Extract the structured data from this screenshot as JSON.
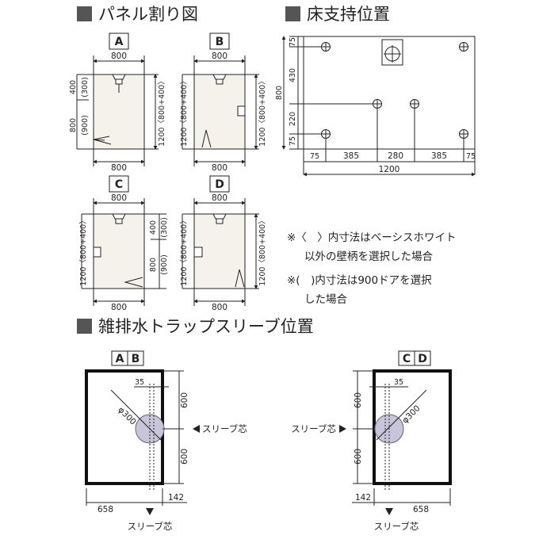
{
  "colors": {
    "ink": "#222222",
    "panel": "#f5f2ec",
    "sleeve": "#c8c4d9",
    "square": "#555555"
  },
  "headings": {
    "panel_split": "パネル割り図",
    "floor_support": "床支持位置",
    "drain_sleeve": "雑排水トラップスリーブ位置"
  },
  "panel_split": {
    "panels": [
      {
        "label": "A",
        "width": "800",
        "bottom": "800",
        "dims": [
          "400",
          "(300)",
          "800",
          "(900)"
        ]
      },
      {
        "label": "B",
        "width": "800",
        "bottom": "800",
        "dims": [
          "1200〈800+400〉"
        ]
      },
      {
        "label": "C",
        "width": "800",
        "bottom": "800",
        "dims": [
          "1200〈800+400〉",
          "400",
          "(300)",
          "800",
          "(900)"
        ]
      },
      {
        "label": "D",
        "width": "800",
        "bottom": "800",
        "dims": [
          "1200〈800+400〉"
        ]
      }
    ],
    "right_dim_ab": "1200〈800+400〉"
  },
  "floor_support": {
    "left_dims": [
      "75",
      "430",
      "220",
      "75"
    ],
    "height_dim": "800",
    "bottom_dims": [
      "75",
      "385",
      "280",
      "385",
      "75"
    ],
    "total_width": "1200"
  },
  "notes": [
    "※〈　〉内寸法はベーシスホワイト",
    "以外の壁柄を選択した場合",
    "※(　)内寸法は900ドアを選択",
    "した場合"
  ],
  "drain_sleeve": {
    "left": {
      "labels": [
        "A",
        "B"
      ],
      "dim_35": "35",
      "dia": "φ300",
      "dim_top": "600",
      "dim_bottom": "600",
      "dim_left": "658",
      "dim_right": "142",
      "sleeve_side": "スリーブ芯",
      "sleeve_bottom": "スリーブ芯"
    },
    "right": {
      "labels": [
        "C",
        "D"
      ],
      "dim_35": "35",
      "dia": "φ300",
      "dim_top": "600",
      "dim_bottom": "600",
      "dim_left": "142",
      "dim_right": "658",
      "sleeve_side": "スリーブ芯",
      "sleeve_bottom": "スリーブ芯"
    }
  }
}
